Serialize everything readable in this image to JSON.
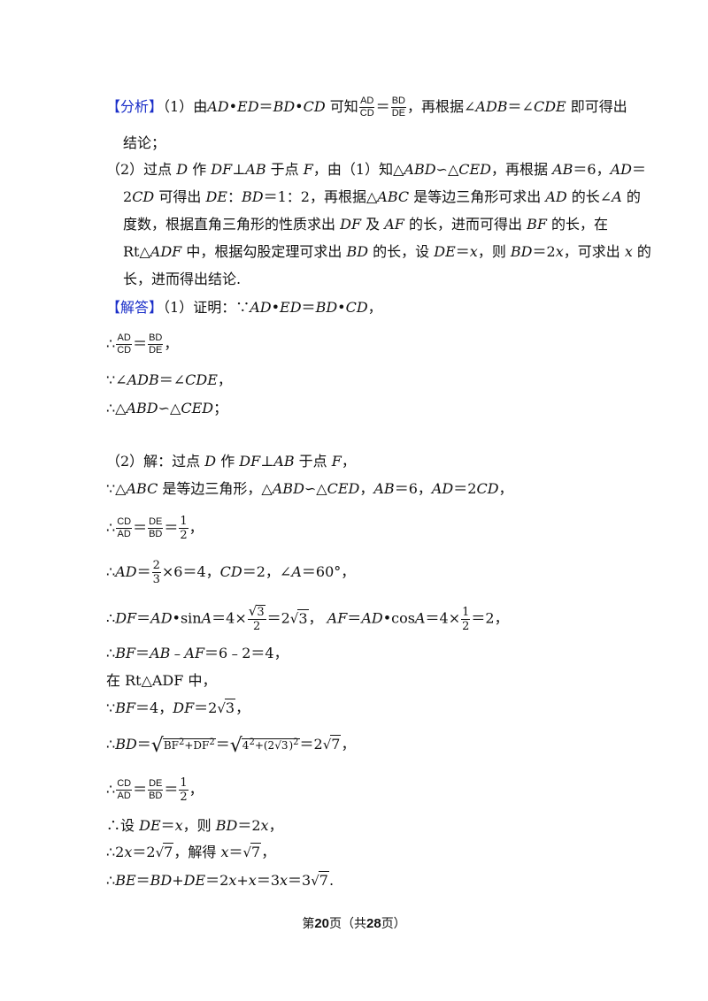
{
  "analysis": {
    "tag": "【分析】",
    "p1_a": "（1）由",
    "p1_b": "可知",
    "p1_c": "，再根据∠",
    "p1_d": "＝∠",
    "p1_e": "即可得出",
    "p1_f": "结论；",
    "p2_line1": "（2）过点",
    "p2_line2": "可得出",
    "p2_line3": "度数，根据直角三角形的性质求出",
    "p2_line4": "中，根据勾股定理可求出",
    "p2_line5": "长，进而得出结论."
  },
  "solution": {
    "tag": "【解答】",
    "proof_intro": "（1）证明：∵",
    "part2_intro": "（2）解：过点",
    "in_triangle": "在 Rt△ADF 中，",
    "set_text": "∴设",
    "solve_text": "，解得"
  },
  "footer": {
    "prefix": "第",
    "page": "20",
    "mid": "页（共",
    "total": "28",
    "suffix": "页）"
  }
}
